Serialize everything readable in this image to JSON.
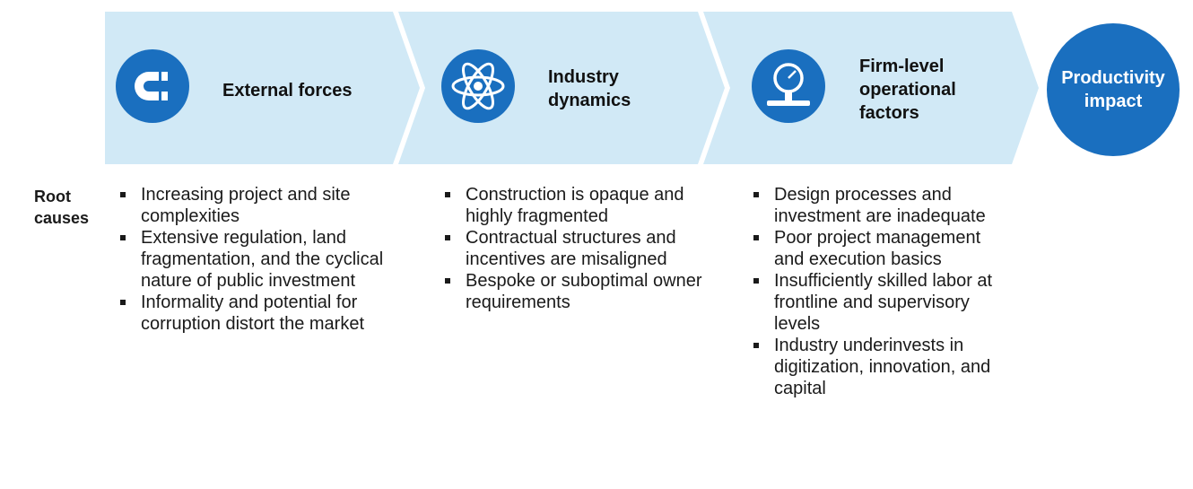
{
  "stages": [
    {
      "title": "External forces",
      "icon": "magnet-icon"
    },
    {
      "title": "Industry dynamics",
      "icon": "atom-icon"
    },
    {
      "title": "Firm-level operational factors",
      "icon": "pressure-gauge-icon"
    }
  ],
  "impact": {
    "label": "Productivity impact"
  },
  "row_label": "Root causes",
  "columns": [
    {
      "bullets": [
        "Increasing project and site complexities",
        "Extensive regulation, land fragmentation, and the cyclical nature of public investment",
        "Informality and potential for corruption distort the market"
      ]
    },
    {
      "bullets": [
        "Construction is opaque and highly fragmented",
        "Contractual structures and incentives are misaligned",
        "Bespoke or suboptimal owner requirements"
      ]
    },
    {
      "bullets": [
        "Design processes and investment are inadequate",
        "Poor project management and execution basics",
        "Insufficiently skilled labor at frontline and supervisory levels",
        "Industry underinvests in digitization, innovation, and capital"
      ]
    }
  ],
  "colors": {
    "chevron_fill": "#d1e9f6",
    "icon_blue": "#1a6fbf",
    "impact_blue": "#1a6fbf"
  }
}
